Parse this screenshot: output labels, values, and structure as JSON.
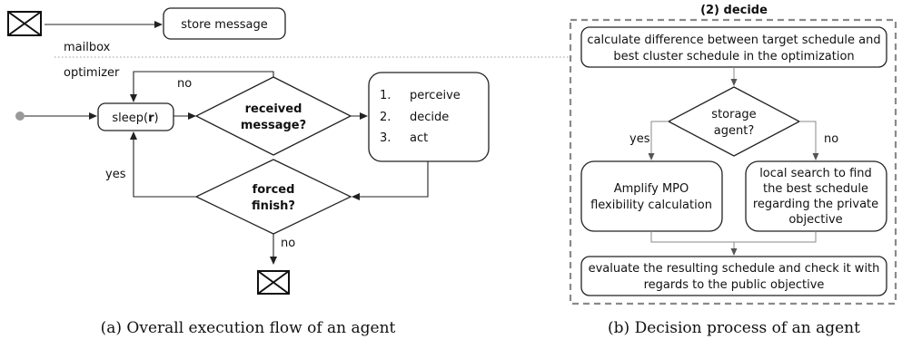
{
  "panel_a": {
    "store_message": "store message",
    "mailbox_label": "mailbox",
    "optimizer_label": "optimizer",
    "no_top": "no",
    "received_l1": "received",
    "received_l2": "message?",
    "sleep_prefix": "sleep(",
    "sleep_var": "r",
    "sleep_suffix": ")",
    "steps": [
      {
        "num": "1.",
        "label": "perceive"
      },
      {
        "num": "2.",
        "label": "decide"
      },
      {
        "num": "3.",
        "label": "act"
      }
    ],
    "yes_label": "yes",
    "forced_l1": "forced",
    "forced_l2": "finish?",
    "no_bottom": "no",
    "caption": "(a) Overall execution flow of an agent"
  },
  "panel_b": {
    "title": "(2) decide",
    "calc_l1": "calculate difference between target schedule and",
    "calc_l2": "best cluster schedule in the optimization",
    "storage_l1": "storage",
    "storage_l2": "agent?",
    "yes_label": "yes",
    "no_label": "no",
    "amplify_l1": "Amplify MPO",
    "amplify_l2": "flexibility calculation",
    "local_l1": "local search to find",
    "local_l2": "the best schedule",
    "local_l3": "regarding the private",
    "local_l4": "objective",
    "eval_l1": "evaluate the resulting schedule and check it with",
    "eval_l2": "regards to the public objective",
    "caption": "(b) Decision process of an agent"
  }
}
